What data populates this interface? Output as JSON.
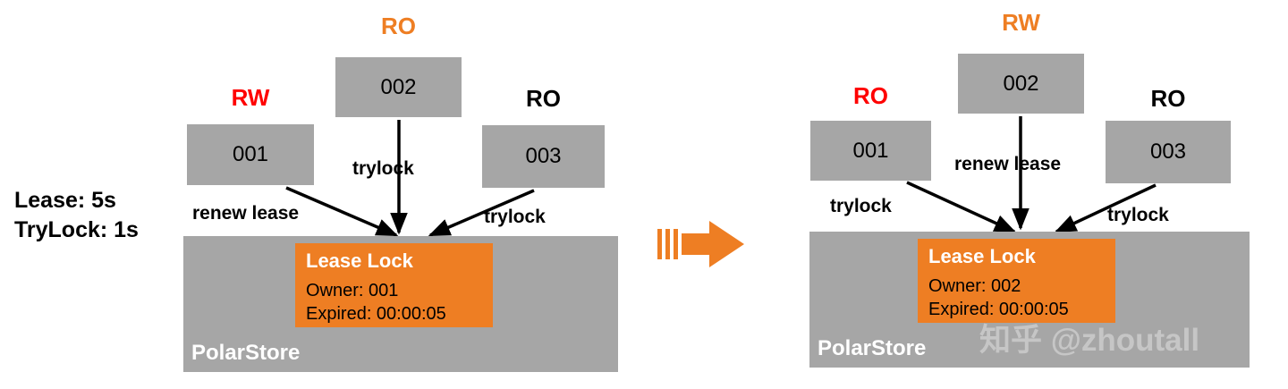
{
  "notes": {
    "lease": "Lease: 5s",
    "trylock": "TryLock: 1s"
  },
  "colors": {
    "orange": "#EE7E23",
    "red": "#FF0000",
    "black": "#000000",
    "box_gray": "#A6A6A6",
    "white": "#FFFFFF",
    "watermark_gray": "#C6C6C6"
  },
  "left": {
    "node_001": {
      "role": "RW",
      "id": "001"
    },
    "node_002": {
      "role": "RO",
      "id": "002"
    },
    "node_003": {
      "role": "RO",
      "id": "003"
    },
    "edges": {
      "e001": "renew lease",
      "e002": "trylock",
      "e003": "trylock"
    },
    "store": {
      "name": "PolarStore",
      "lock_title": "Lease Lock",
      "lock_owner": "Owner: 001",
      "lock_expired": "Expired: 00:00:05"
    }
  },
  "right": {
    "node_001": {
      "role": "RO",
      "id": "001"
    },
    "node_002": {
      "role": "RW",
      "id": "002"
    },
    "node_003": {
      "role": "RO",
      "id": "003"
    },
    "edges": {
      "e001": "trylock",
      "e002": "renew lease",
      "e003": "trylock"
    },
    "store": {
      "name": "PolarStore",
      "lock_title": "Lease Lock",
      "lock_owner": "Owner: 002",
      "lock_expired": "Expired: 00:00:05"
    }
  },
  "watermark": "知乎 @zhoutall"
}
